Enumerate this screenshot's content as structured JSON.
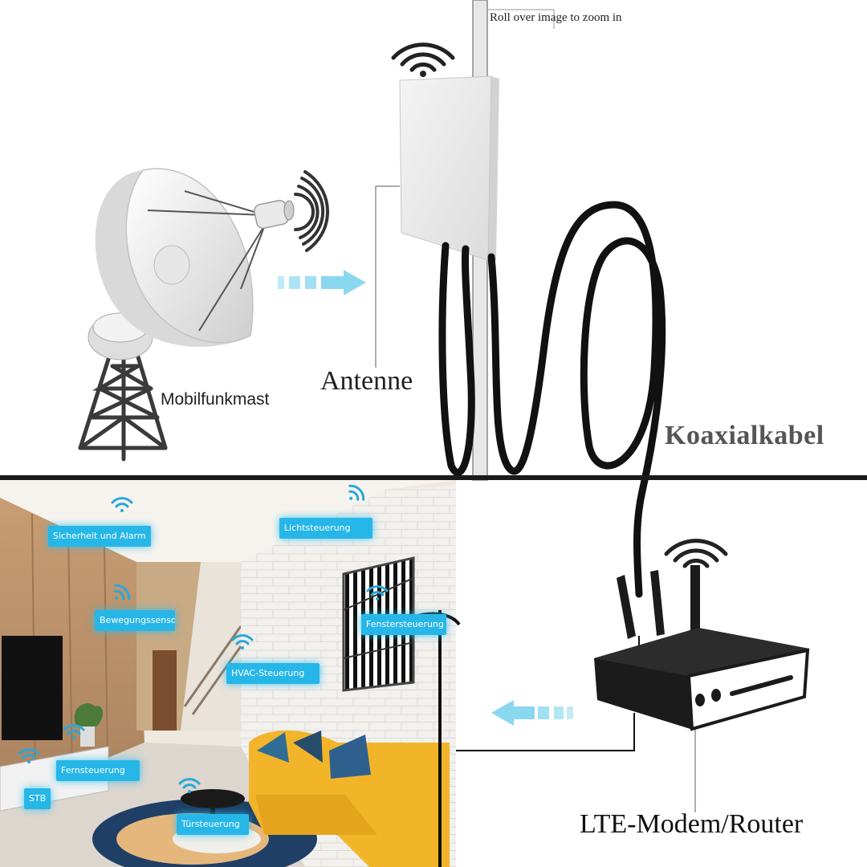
{
  "zoom_hint": "Roll over image to zoom in",
  "labels": {
    "antenne": "Antenne",
    "mobilfunkmast": "Mobilfunkmast",
    "koaxialkabel": "Koaxialkabel",
    "router": "LTE-Modem/Router"
  },
  "smart_home_tags": [
    "Sicherheit und Alarm",
    "Lichtsteuerung",
    "Bewegungssenso",
    "Fenstersteuerung",
    "HVAC-Steuerung",
    "Fernsteuerung",
    "STB",
    "Türsteuerung"
  ],
  "icons": [
    "wifi-signal-icon",
    "arrow-right-icon",
    "arrow-left-icon"
  ],
  "colors": {
    "tag_blue": "#27b6e8",
    "arrow_blue": "#7fd6ef",
    "cable": "#111111",
    "room_wall": "#c7a27c",
    "sofa_yellow": "#f2b52a"
  }
}
